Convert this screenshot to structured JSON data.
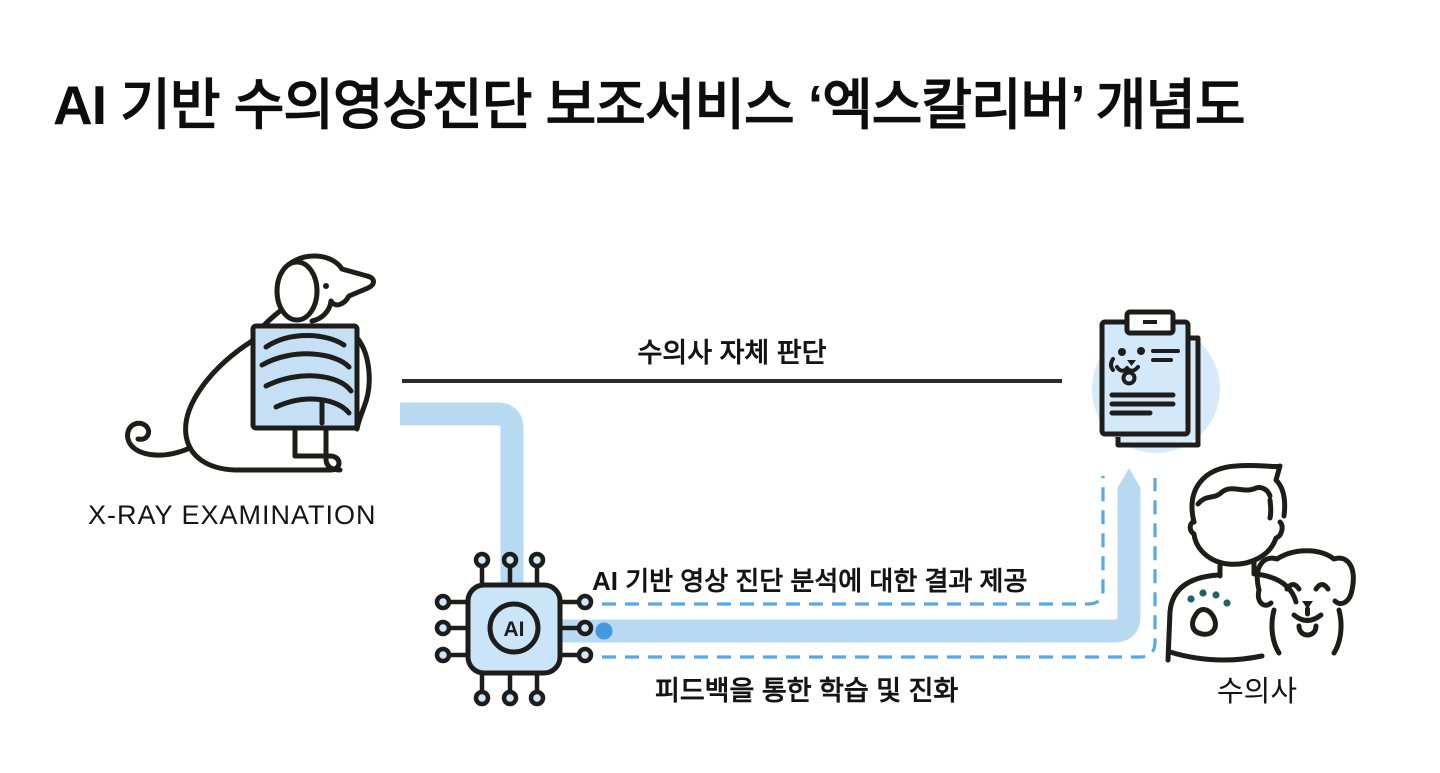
{
  "title": "AI 기반 수의영상진단 보조서비스 ‘엑스칼리버’ 개념도",
  "labels": {
    "xray_examination": "X-RAY EXAMINATION",
    "vet_self_judgment": "수의사 자체 판단",
    "ai_result": "AI 기반 영상 진단 분석에 대한 결과 제공",
    "feedback": "피드백을 통한 학습 및 진화",
    "veterinarian": "수의사",
    "chip_text": "AI"
  },
  "diagram": {
    "nodes": [
      "dog-xray-examination",
      "ai-chip",
      "diagnosis-report",
      "veterinarian-with-dog"
    ],
    "edges": [
      {
        "from": "dog-xray-examination",
        "to": "diagnosis-report",
        "label": "수의사 자체 판단",
        "style": "solid-black-line"
      },
      {
        "from": "dog-xray-examination",
        "to": "ai-chip",
        "label": "",
        "style": "thick-blue-band"
      },
      {
        "from": "ai-chip",
        "to": "diagnosis-report",
        "label": "AI 기반 영상 진단 분석에 대한 결과 제공",
        "style": "thick-blue-band-arrow-with-dashed-line"
      },
      {
        "from": "veterinarian-with-dog",
        "to": "ai-chip",
        "label": "피드백을 통한 학습 및 진화",
        "style": "dashed-blue-line"
      }
    ]
  },
  "colors": {
    "ink": "#1d1d1b",
    "band": "#b8d9f2",
    "dash": "#57a8e8",
    "dot": "#4598dd",
    "panel": "#c5e0f5",
    "chipfill": "#cbe5f8",
    "pinfill": "#cfe7f9",
    "circlebg": "#d7eafa",
    "boardfill": "#d3e8f9",
    "paw": "#1f6368",
    "line_black": "#2b2b2b"
  }
}
